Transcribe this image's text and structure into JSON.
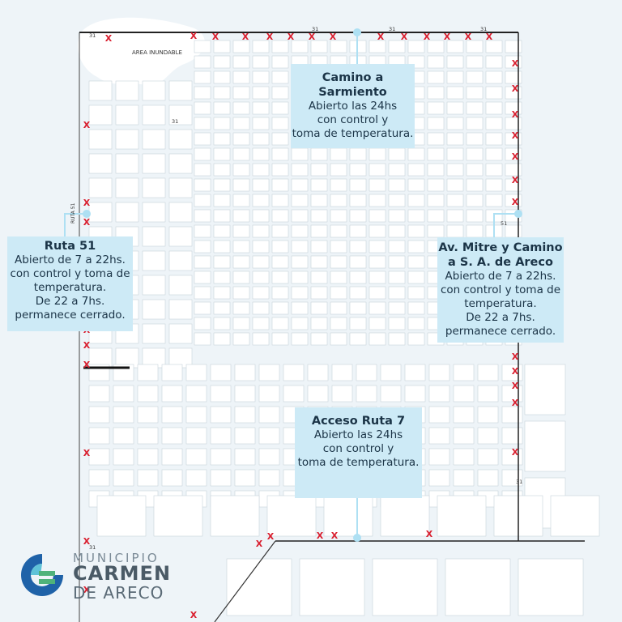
{
  "map": {
    "area_label": "AREA INUNDABLE",
    "route_labels": [
      "31",
      "31",
      "31",
      "31",
      "31",
      "31",
      "31",
      "51"
    ],
    "route_51_label": "RUTA 51",
    "closure_marker": "X",
    "colors": {
      "background": "#eef4f8",
      "callout": "#cdeaf6",
      "connector": "#aee0f3",
      "closure": "#d91e2e",
      "perimeter": "#222222",
      "blocks": "#ffffff",
      "block_stroke": "#c9d3da",
      "flood_area": "#ffffff"
    }
  },
  "checkpoints": {
    "sarmiento": {
      "title": "Camino a Sarmiento",
      "lines": [
        "Abierto las 24hs",
        "con control y",
        "toma de temperatura."
      ]
    },
    "ruta51": {
      "title": "Ruta 51",
      "lines": [
        "Abierto de 7 a 22hs.",
        "con control y toma de",
        "temperatura.",
        "De 22 a 7hs.",
        "permanece cerrado."
      ]
    },
    "mitre": {
      "title": "Av. Mitre y Camino a S. A. de Areco",
      "lines": [
        "Abierto de 7 a 22hs.",
        "con control y toma de",
        "temperatura.",
        "De 22 a 7hs.",
        "permanece cerrado."
      ]
    },
    "ruta7": {
      "title": "Acceso Ruta 7",
      "lines": [
        "Abierto las 24hs",
        "con control y",
        "toma de temperatura."
      ]
    }
  },
  "logo": {
    "top": "MUNICIPIO",
    "main": "CARMEN",
    "sub": "DE ARECO",
    "colors": {
      "blue": "#1f62a8",
      "green": "#4fb27a",
      "teal": "#5fc3d8"
    }
  }
}
